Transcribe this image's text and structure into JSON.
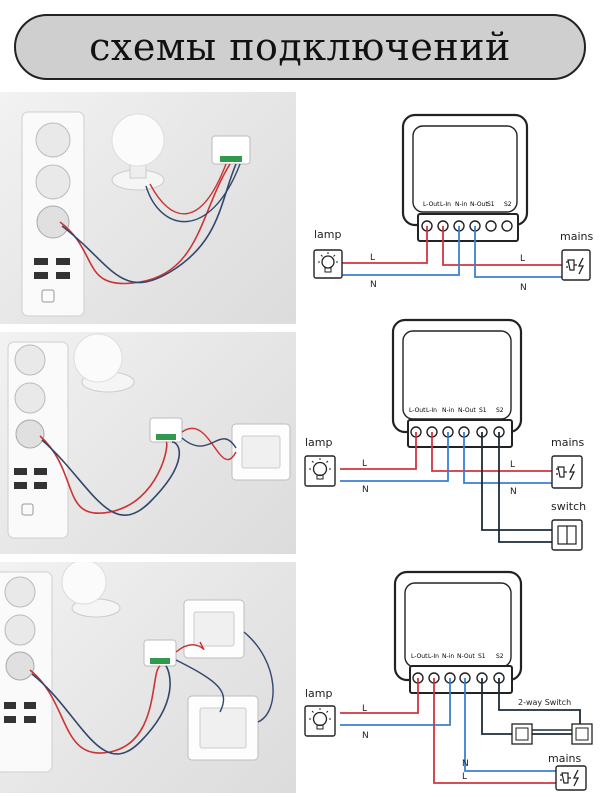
{
  "title": "схемы подключений",
  "colors": {
    "live": "#d2353f",
    "neutral": "#3b7fd1",
    "switch_wire": "#1d2b3a",
    "frame": "#222222"
  },
  "terminals": [
    "L-Out",
    "L-In",
    "N-in",
    "N-Out",
    "S1",
    "S2"
  ],
  "diagrams": [
    {
      "lamp_label": "lamp",
      "mains_label": "mains",
      "wire_l": "L",
      "wire_n": "N"
    },
    {
      "lamp_label": "lamp",
      "mains_label": "mains",
      "wire_l": "L",
      "wire_n": "N",
      "switch_label": "switch"
    },
    {
      "lamp_label": "lamp",
      "mains_label": "mains",
      "wire_l": "L",
      "wire_n": "N",
      "switch_label": "2-way Switch"
    }
  ]
}
